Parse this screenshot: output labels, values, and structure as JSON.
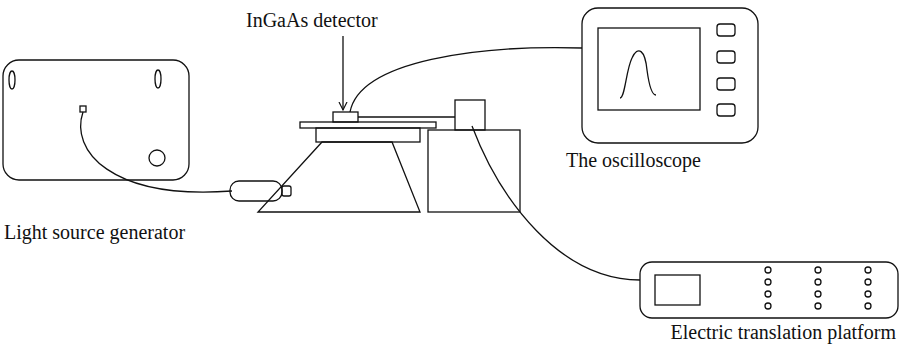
{
  "diagram": {
    "labels": [
      "InGaAs detector",
      "The oscilloscope",
      "Light source generator",
      "Electric translation platform"
    ]
  }
}
